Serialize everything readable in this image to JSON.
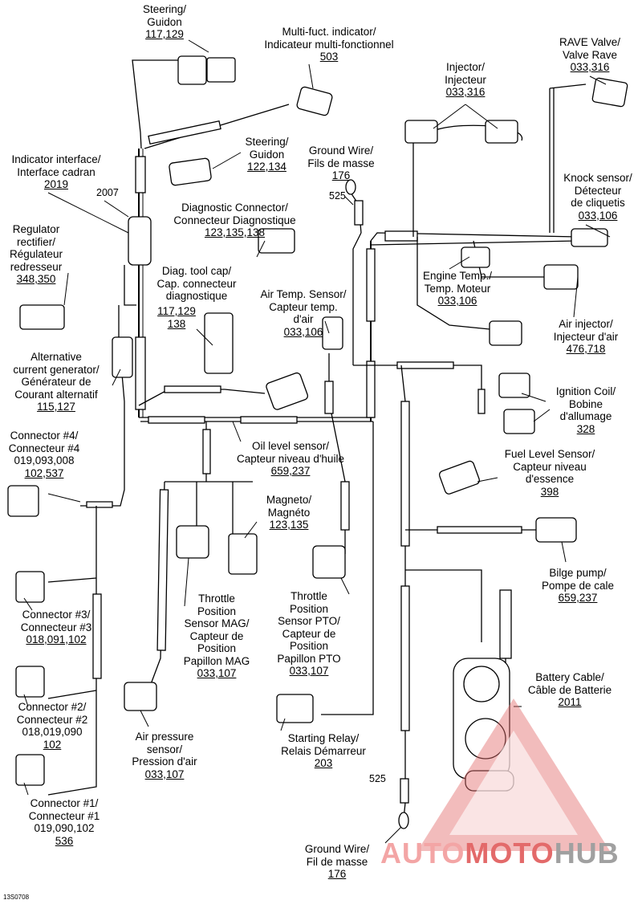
{
  "figure_id": "13S0708",
  "watermark": {
    "part1": "AUTO",
    "part2": "MOTO",
    "part3": "HUB"
  },
  "labels": {
    "steering_top": {
      "lines": [
        "Steering/",
        "Guidon"
      ],
      "code": "117,129"
    },
    "multi_indicator": {
      "lines": [
        "Multi-fuct. indicator/",
        "Indicateur multi-fonctionnel"
      ],
      "code": "503"
    },
    "rave_valve": {
      "lines": [
        "RAVE Valve/",
        "Valve Rave"
      ],
      "code": "033,316"
    },
    "injector": {
      "lines": [
        "Injector/",
        "Injecteur"
      ],
      "code": "033,316"
    },
    "steering_mid": {
      "lines": [
        "Steering/",
        "Guidon"
      ],
      "code": "122,134"
    },
    "ground_wire_top": {
      "lines": [
        "Ground Wire/",
        "Fils de masse"
      ],
      "code": "176"
    },
    "indicator_interface": {
      "lines": [
        "Indicator interface/",
        "Interface cadran"
      ],
      "code": "2019"
    },
    "knock_sensor": {
      "lines": [
        "Knock sensor/",
        "Détecteur",
        "de cliquetis"
      ],
      "code": "033,106"
    },
    "diagnostic_connector": {
      "lines": [
        "Diagnostic Connector/",
        "Connecteur Diagnostique"
      ],
      "code": "123,135,138"
    },
    "regulator": {
      "lines": [
        "Regulator",
        "rectifier/",
        "Régulateur",
        "redresseur"
      ],
      "code": "348,350"
    },
    "engine_temp": {
      "lines": [
        "Engine Temp./",
        "Temp. Moteur"
      ],
      "code": "033,106"
    },
    "diag_tool_cap": {
      "lines": [
        "Diag. tool cap/",
        "Cap. connecteur",
        "diagnostique"
      ],
      "code": "117,129",
      "code2": "138"
    },
    "air_temp": {
      "lines": [
        "Air Temp. Sensor/",
        "Capteur temp.",
        "d'air"
      ],
      "code": "033,106"
    },
    "air_injector": {
      "lines": [
        "Air injector/",
        "Injecteur d'air"
      ],
      "code": "476,718"
    },
    "alt_generator": {
      "lines": [
        "Alternative",
        "current generator/",
        "Générateur de",
        "Courant alternatif"
      ],
      "code": "115,127"
    },
    "ignition_coil": {
      "lines": [
        "Ignition Coil/",
        "Bobine",
        "d'allumage"
      ],
      "code": "328"
    },
    "connector4": {
      "lines": [
        "Connector #4/",
        "Connecteur #4",
        "019,093,008"
      ],
      "code": "102,537"
    },
    "oil_level": {
      "lines": [
        "Oil level sensor/",
        "Capteur niveau d'huile"
      ],
      "code": "659,237"
    },
    "fuel_level": {
      "lines": [
        "Fuel Level Sensor/",
        "Capteur niveau",
        "d'essence"
      ],
      "code": "398"
    },
    "magneto": {
      "lines": [
        "Magneto/",
        "Magnéto"
      ],
      "code": "123,135"
    },
    "bilge_pump": {
      "lines": [
        "Bilge pump/",
        "Pompe de cale"
      ],
      "code": "659,237"
    },
    "tps_mag": {
      "lines": [
        "Throttle",
        "Position",
        "Sensor MAG/",
        "Capteur de",
        "Position",
        "Papillon MAG"
      ],
      "code": "033,107"
    },
    "tps_pto": {
      "lines": [
        "Throttle",
        "Position",
        "Sensor PTO/",
        "Capteur de",
        "Position",
        "Papillon PTO"
      ],
      "code": "033,107"
    },
    "connector3": {
      "lines": [
        "Connector #3/",
        "Connecteur #3"
      ],
      "code": "018,091,102"
    },
    "battery_cable": {
      "lines": [
        "Battery Cable/",
        "Câble de Batterie"
      ],
      "code": "2011"
    },
    "connector2": {
      "lines": [
        "Connector #2/",
        "Connecteur #2",
        "018,019,090"
      ],
      "code": "102"
    },
    "air_pressure": {
      "lines": [
        "Air pressure",
        "sensor/",
        "Pression d'air"
      ],
      "code": "033,107"
    },
    "starting_relay": {
      "lines": [
        "Starting Relay/",
        "Relais Démarreur"
      ],
      "code": "203"
    },
    "connector1": {
      "lines": [
        "Connector #1/",
        "Connecteur #1",
        "019,090,102"
      ],
      "code": "536"
    },
    "ground_wire_bottom": {
      "lines": [
        "Ground Wire/",
        "Fil de masse"
      ],
      "code": "176"
    }
  },
  "refs": {
    "r2007": "2007",
    "r525_top": "525",
    "r525_bottom": "525"
  }
}
